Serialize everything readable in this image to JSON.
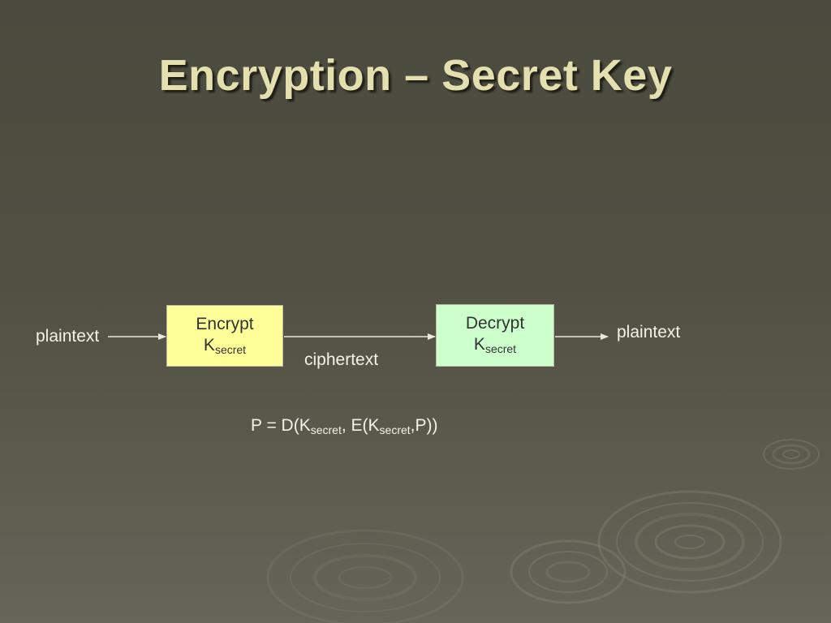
{
  "slide": {
    "title": "Encryption – Secret Key"
  },
  "diagram": {
    "input_label": "plaintext",
    "output_label": "plaintext",
    "channel_label": "ciphertext",
    "encrypt_box": {
      "label": "Encrypt",
      "key_main": "K",
      "key_sub": "secret",
      "color": "#ffff99"
    },
    "decrypt_box": {
      "label": "Decrypt",
      "key_main": "K",
      "key_sub": "secret",
      "color": "#ccffcc"
    }
  },
  "formula": {
    "p1": "P = D(K",
    "s1": "secret",
    "p2": ", E(K",
    "s2": "secret",
    "p3": ",P))"
  },
  "theme": {
    "title_color": "#e3dfae",
    "text_color": "#f2f2ea",
    "background": "#4f4e41"
  }
}
